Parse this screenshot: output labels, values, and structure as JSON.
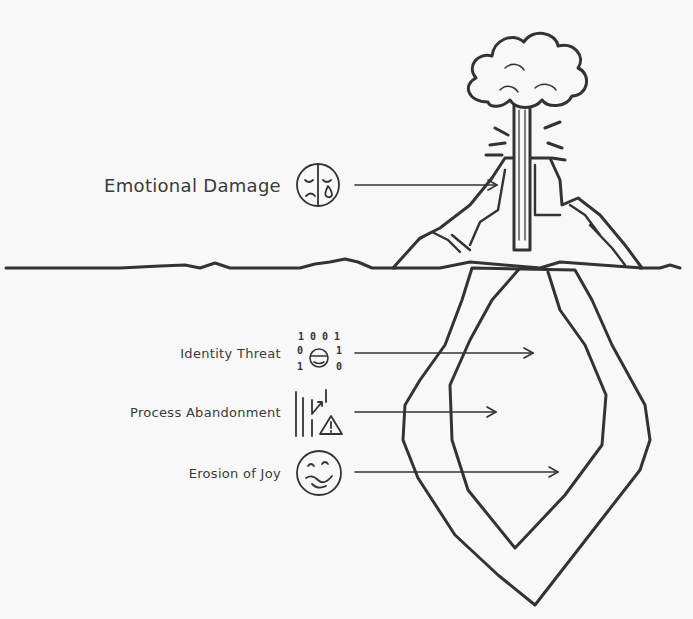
{
  "diagram": {
    "labels": [
      "Emotional Damage",
      "1 0 0 1",
      "Identity Threat",
      "0",
      "1",
      "1",
      "0",
      "Process Abandonment",
      "Erosion of Joy"
    ]
  }
}
